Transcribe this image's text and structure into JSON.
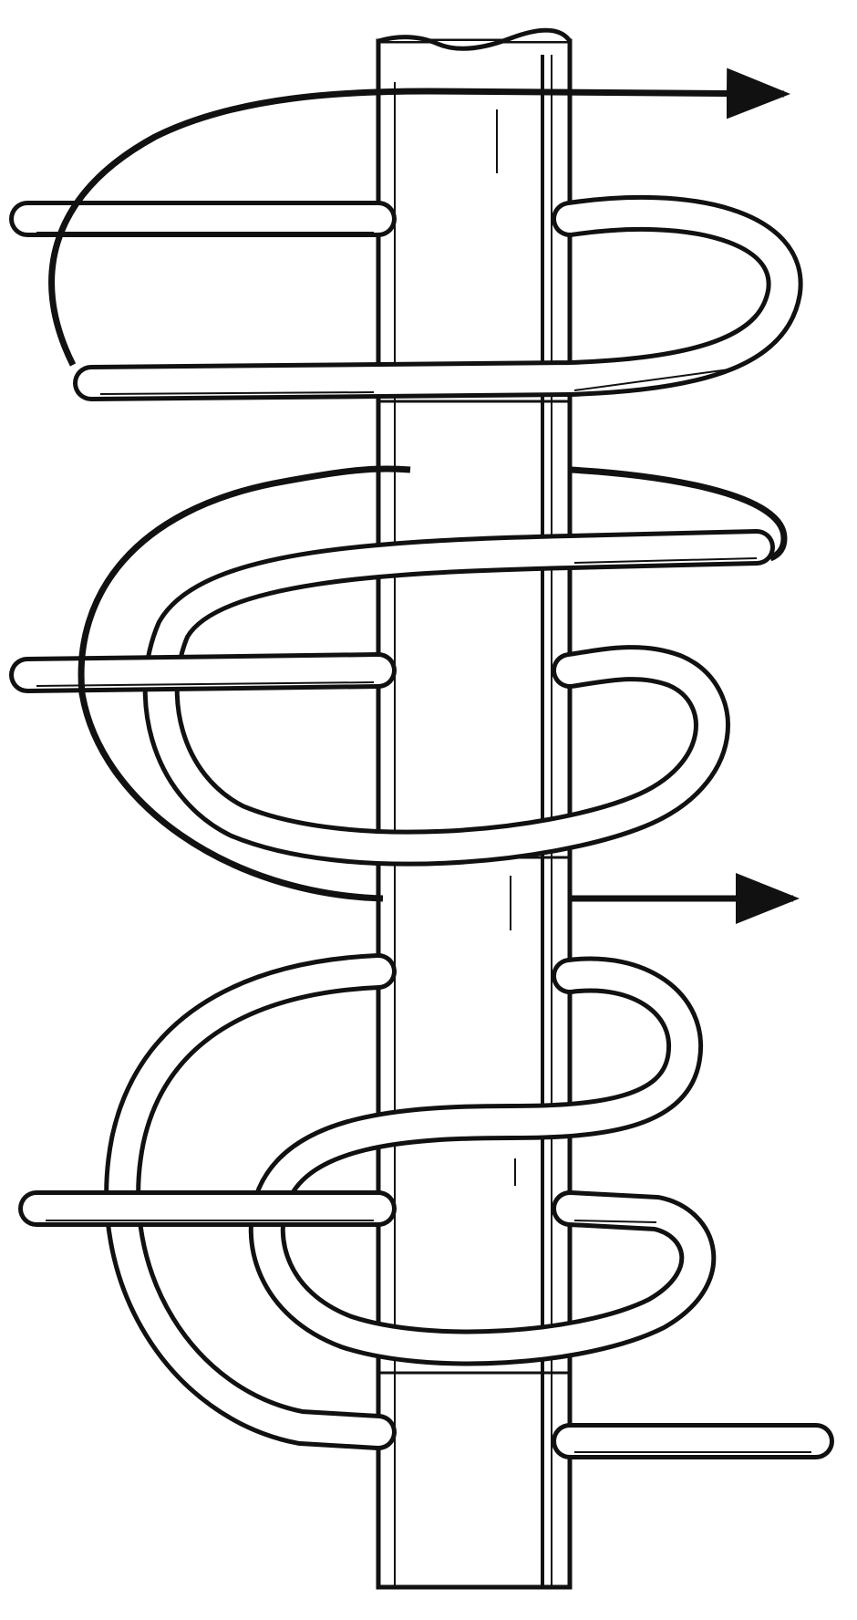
{
  "figure": {
    "kind": "knot-illustration",
    "style": "black line engraving on white background",
    "colors": {
      "ink": "#111111",
      "paper": "#ffffff"
    },
    "parts": [
      "vertical-pole",
      "rope-turns",
      "direction-arrows",
      "rope-ends"
    ],
    "arrows": [
      "arrow-top-right",
      "arrow-middle-right"
    ],
    "labels": []
  }
}
